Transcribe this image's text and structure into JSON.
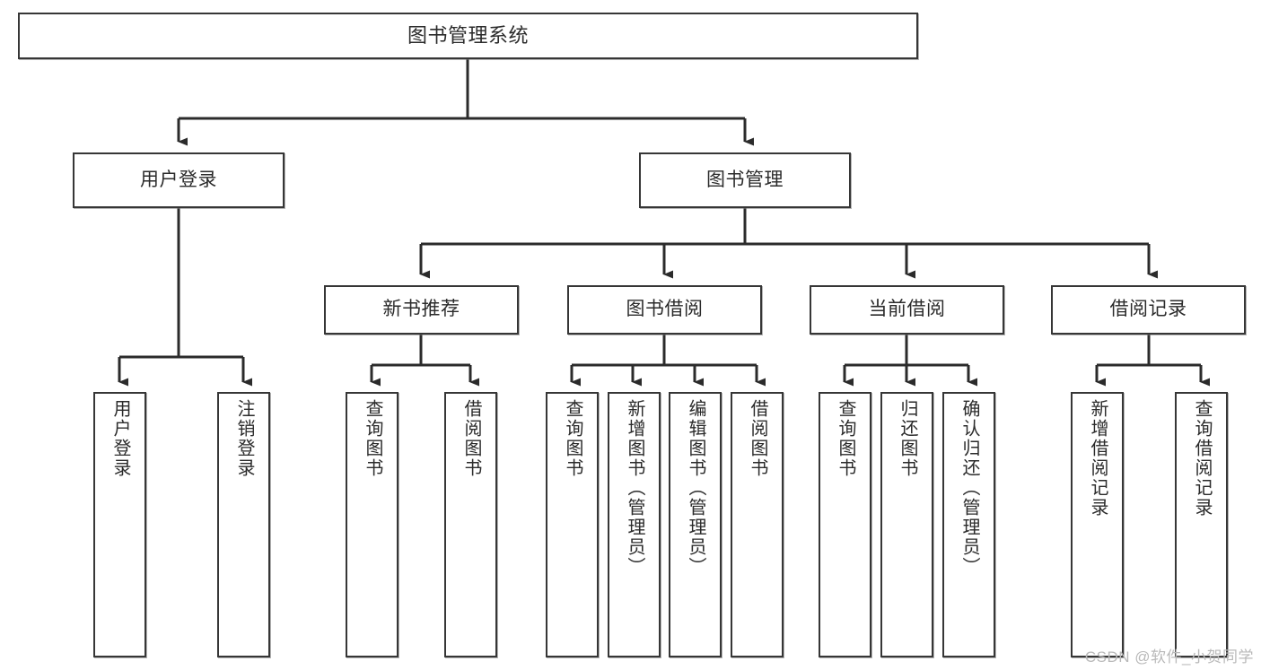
{
  "diagram": {
    "type": "hierarchy-tree",
    "title": "图书管理系统",
    "orientation": "top-down",
    "colors": {
      "box_border": "#363636",
      "box_fill": "#ffffff",
      "edge": "#2b2b2b",
      "text": "#2b2b2b",
      "watermark": "#b9b9b9"
    },
    "levels": [
      {
        "level": 1,
        "nodes": [
          {
            "id": "root",
            "label": "图书管理系统",
            "orientation": "horizontal"
          }
        ]
      },
      {
        "level": 2,
        "nodes": [
          {
            "id": "login",
            "label": "用户登录",
            "orientation": "horizontal",
            "parent": "root"
          },
          {
            "id": "bookmgmt",
            "label": "图书管理",
            "orientation": "horizontal",
            "parent": "root"
          }
        ]
      },
      {
        "level": 3,
        "nodes": [
          {
            "id": "newbook",
            "label": "新书推荐",
            "orientation": "horizontal",
            "parent": "bookmgmt"
          },
          {
            "id": "borrow",
            "label": "图书借阅",
            "orientation": "horizontal",
            "parent": "bookmgmt"
          },
          {
            "id": "current",
            "label": "当前借阅",
            "orientation": "horizontal",
            "parent": "bookmgmt"
          },
          {
            "id": "records",
            "label": "借阅记录",
            "orientation": "horizontal",
            "parent": "bookmgmt"
          }
        ]
      },
      {
        "level": 4,
        "nodes": [
          {
            "id": "leaf1",
            "label": "用户登录",
            "orientation": "vertical",
            "parent": "login"
          },
          {
            "id": "leaf2",
            "label": "注销登录",
            "orientation": "vertical",
            "parent": "login"
          },
          {
            "id": "leaf3",
            "label": "查询图书",
            "orientation": "vertical",
            "parent": "newbook"
          },
          {
            "id": "leaf4",
            "label": "借阅图书",
            "orientation": "vertical",
            "parent": "newbook"
          },
          {
            "id": "leaf5",
            "label": "查询图书",
            "orientation": "vertical",
            "parent": "borrow"
          },
          {
            "id": "leaf6",
            "label": "新增图书（管理员）",
            "orientation": "vertical",
            "parent": "borrow"
          },
          {
            "id": "leaf7",
            "label": "编辑图书（管理员）",
            "orientation": "vertical",
            "parent": "borrow"
          },
          {
            "id": "leaf8",
            "label": "借阅图书",
            "orientation": "vertical",
            "parent": "borrow"
          },
          {
            "id": "leaf9",
            "label": "查询图书",
            "orientation": "vertical",
            "parent": "current"
          },
          {
            "id": "leaf10",
            "label": "归还图书",
            "orientation": "vertical",
            "parent": "current"
          },
          {
            "id": "leaf11",
            "label": "确认归还（管理员）",
            "orientation": "vertical",
            "parent": "current"
          },
          {
            "id": "leaf12",
            "label": "新增借阅记录",
            "orientation": "vertical",
            "parent": "records"
          },
          {
            "id": "leaf13",
            "label": "查询借阅记录",
            "orientation": "vertical",
            "parent": "records"
          }
        ]
      }
    ]
  },
  "watermark": {
    "text": "CSDN @软件_小贺同学"
  }
}
